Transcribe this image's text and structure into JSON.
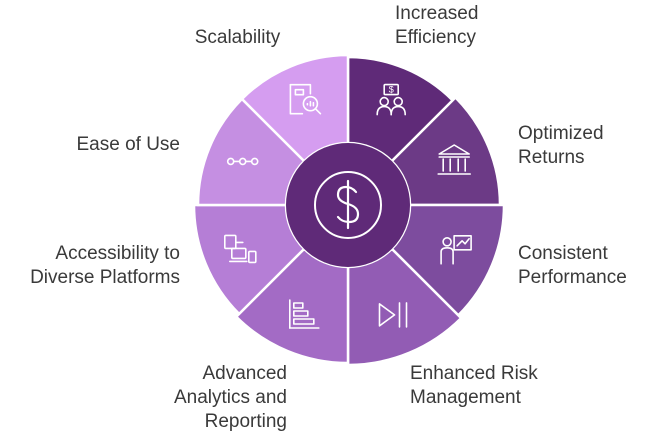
{
  "center": {
    "icon": "dollar-icon"
  },
  "segments": [
    {
      "id": "increased-efficiency",
      "label": "Increased\nEfficiency",
      "icon": "team-money-icon",
      "color": "#5f2a78"
    },
    {
      "id": "optimized-returns",
      "label": "Optimized\nReturns",
      "icon": "bank-icon",
      "color": "#6c3a86"
    },
    {
      "id": "consistent-performance",
      "label": "Consistent\nPerformance",
      "icon": "presenter-chart-icon",
      "color": "#7d4c9e"
    },
    {
      "id": "enhanced-risk-management",
      "label": "Enhanced Risk\nManagement",
      "icon": "play-pause-icon",
      "color": "#925cb4"
    },
    {
      "id": "advanced-analytics",
      "label": "Advanced\nAnalytics and\nReporting",
      "icon": "bar-list-icon",
      "color": "#a36bc5"
    },
    {
      "id": "accessibility",
      "label": "Accessibility to\nDiverse Platforms",
      "icon": "devices-icon",
      "color": "#b57ed6"
    },
    {
      "id": "ease-of-use",
      "label": "Ease of Use",
      "icon": "dots-connector-icon",
      "color": "#c58fe2"
    },
    {
      "id": "scalability",
      "label": "Scalability",
      "icon": "document-search-icon",
      "color": "#d59df0"
    }
  ],
  "colors": {
    "center_outer": "#5f2a78",
    "center_inner": "#4a1f5e",
    "icon_stroke": "#ffffff",
    "label_text": "#3a3a3a"
  }
}
